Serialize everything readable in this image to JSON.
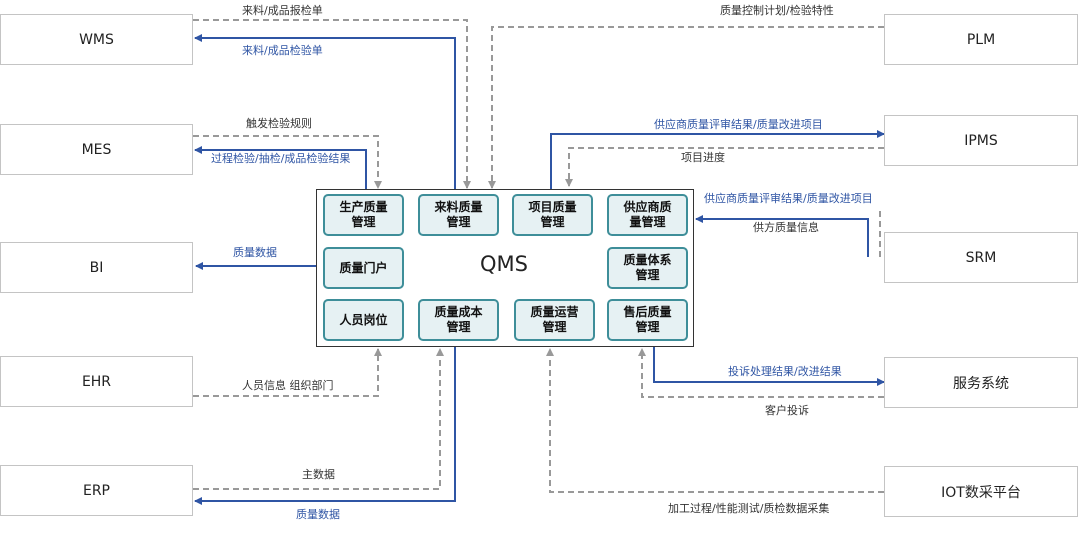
{
  "systems": {
    "wms": "WMS",
    "mes": "MES",
    "bi": "BI",
    "ehr": "EHR",
    "erp": "ERP",
    "plm": "PLM",
    "ipms": "IPMS",
    "srm": "SRM",
    "service": "服务系统",
    "iot": "IOT数采平台"
  },
  "qms": {
    "title": "QMS",
    "modules": {
      "production_quality": [
        "生产质量",
        "管理"
      ],
      "incoming_quality": [
        "来料质量",
        "管理"
      ],
      "project_quality": [
        "项目质量",
        "管理"
      ],
      "supplier_quality": [
        "供应商质",
        "量管理"
      ],
      "quality_portal": [
        "质量门户"
      ],
      "quality_system": [
        "质量体系",
        "管理"
      ],
      "staff_post": [
        "人员岗位"
      ],
      "quality_cost": [
        "质量成本",
        "管理"
      ],
      "quality_operation": [
        "质量运营",
        "管理"
      ],
      "after_sales_quality": [
        "售后质量",
        "管理"
      ]
    }
  },
  "flows": {
    "wms_in": "来料/成品报检单",
    "wms_out": "来料/成品检验单",
    "mes_in": "触发检验规则",
    "mes_out": "过程检验/抽检/成品检验结果",
    "bi_out": "质量数据",
    "ehr_in": "人员信息 组织部门",
    "erp_in": "主数据",
    "erp_out": "质量数据",
    "plm_in": "质量控制计划/检验特性",
    "ipms_out": "供应商质量评审结果/质量改进项目",
    "ipms_in": "项目进度",
    "srm_out": "供应商质量评审结果/质量改进项目",
    "srm_in": "供方质量信息",
    "service_out": "投诉处理结果/改进结果",
    "service_in": "客户投诉",
    "iot_in": "加工过程/性能测试/质检数据采集"
  },
  "colors": {
    "outbound_line": "#2f55a4",
    "inbound_line": "#999999",
    "module_border": "#3e8e99",
    "module_fill": "#e6f1f3"
  }
}
